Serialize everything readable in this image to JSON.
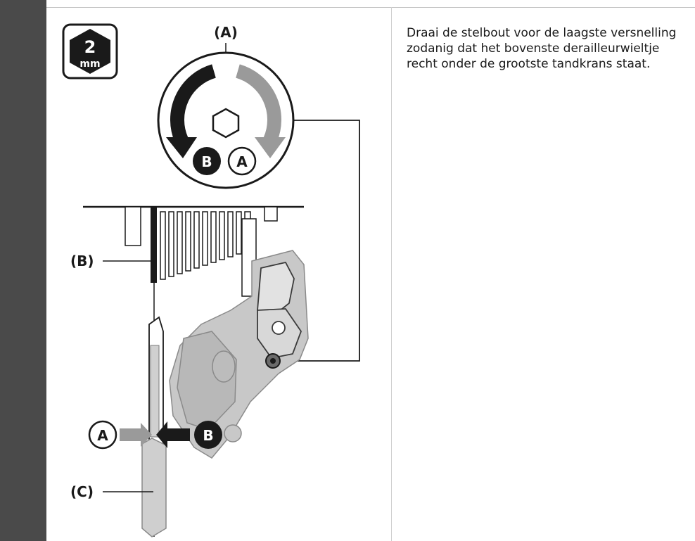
{
  "tool_badge": {
    "value": "2",
    "unit": "mm"
  },
  "labels": {
    "a": "(A)",
    "b": "(B)",
    "c": "(C)"
  },
  "markers": {
    "a": "A",
    "b": "B"
  },
  "instruction": "Draai de stelbout voor de laagste versnelling zodanig dat het bovenste derailleurwieltje recht onder de grootste tandkrans staat.",
  "colors": {
    "sidebar": "#4a4a4a",
    "dark": "#1a1a1a",
    "gray_arrow": "#9a9a9a",
    "part_fill": "#c8c8c8"
  }
}
